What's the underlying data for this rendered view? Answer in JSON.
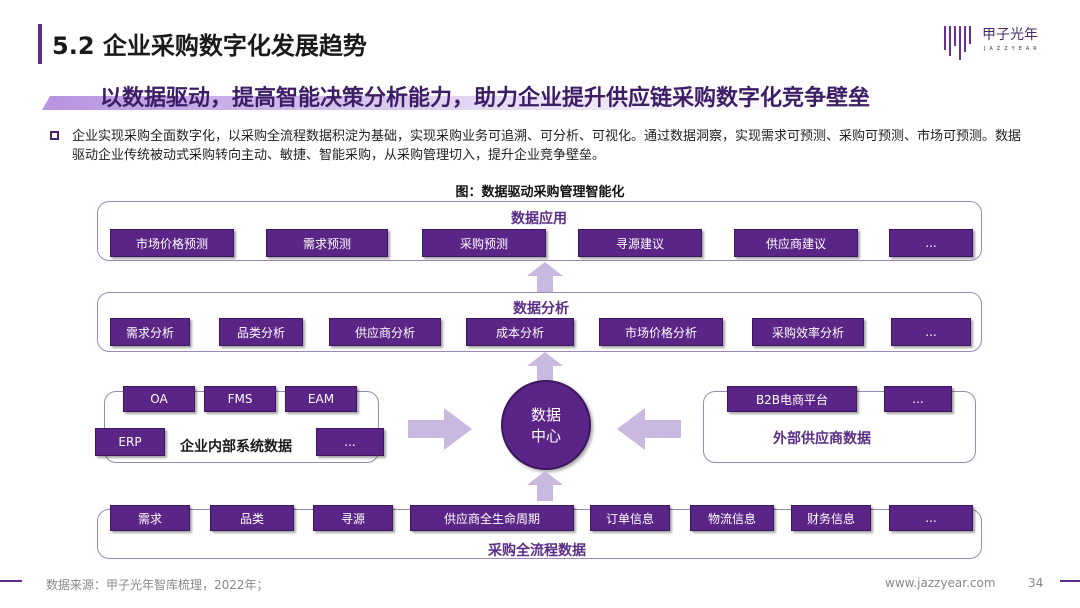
{
  "header": {
    "title": "5.2 企业采购数字化发展趋势",
    "logo_text": "甲子光年",
    "logo_sub": "JAZZYEAR"
  },
  "subtitle": "以数据驱动，提高智能决策分析能力，助力企业提升供应链采购数字化竞争壁垒",
  "description": "企业实现采购全面数字化，以采购全流程数据积淀为基础，实现采购业务可追溯、可分析、可视化。通过数据洞察，实现需求可预测、采购可预测、市场可预测。数据驱动企业传统被动式采购转向主动、敏捷、智能采购，从采购管理切入，提升企业竞争壁垒。",
  "figure_caption": "图：数据驱动采购管理智能化",
  "diagram": {
    "application": {
      "title": "数据应用",
      "items": [
        "市场价格预测",
        "需求预测",
        "采购预测",
        "寻源建议",
        "供应商建议",
        "..."
      ]
    },
    "analysis": {
      "title": "数据分析",
      "items": [
        "需求分析",
        "品类分析",
        "供应商分析",
        "成本分析",
        "市场价格分析",
        "采购效率分析",
        "..."
      ]
    },
    "internal": {
      "title": "企业内部系统数据",
      "items": [
        "OA",
        "FMS",
        "EAM",
        "ERP",
        "..."
      ]
    },
    "center": {
      "line1": "数据",
      "line2": "中心"
    },
    "external": {
      "title": "外部供应商数据",
      "items": [
        "B2B电商平台",
        "..."
      ]
    },
    "process": {
      "title": "采购全流程数据",
      "items": [
        "需求",
        "品类",
        "寻源",
        "供应商全生命周期",
        "订单信息",
        "物流信息",
        "财务信息",
        "..."
      ]
    }
  },
  "footer": {
    "source": "数据来源：甲子光年智库梳理，2022年；",
    "site": "www.jazzyear.com",
    "page": "34"
  },
  "colors": {
    "accent": "#5b2588",
    "panel_border": "#9a88b8",
    "arrow": "#c9b8e0"
  }
}
